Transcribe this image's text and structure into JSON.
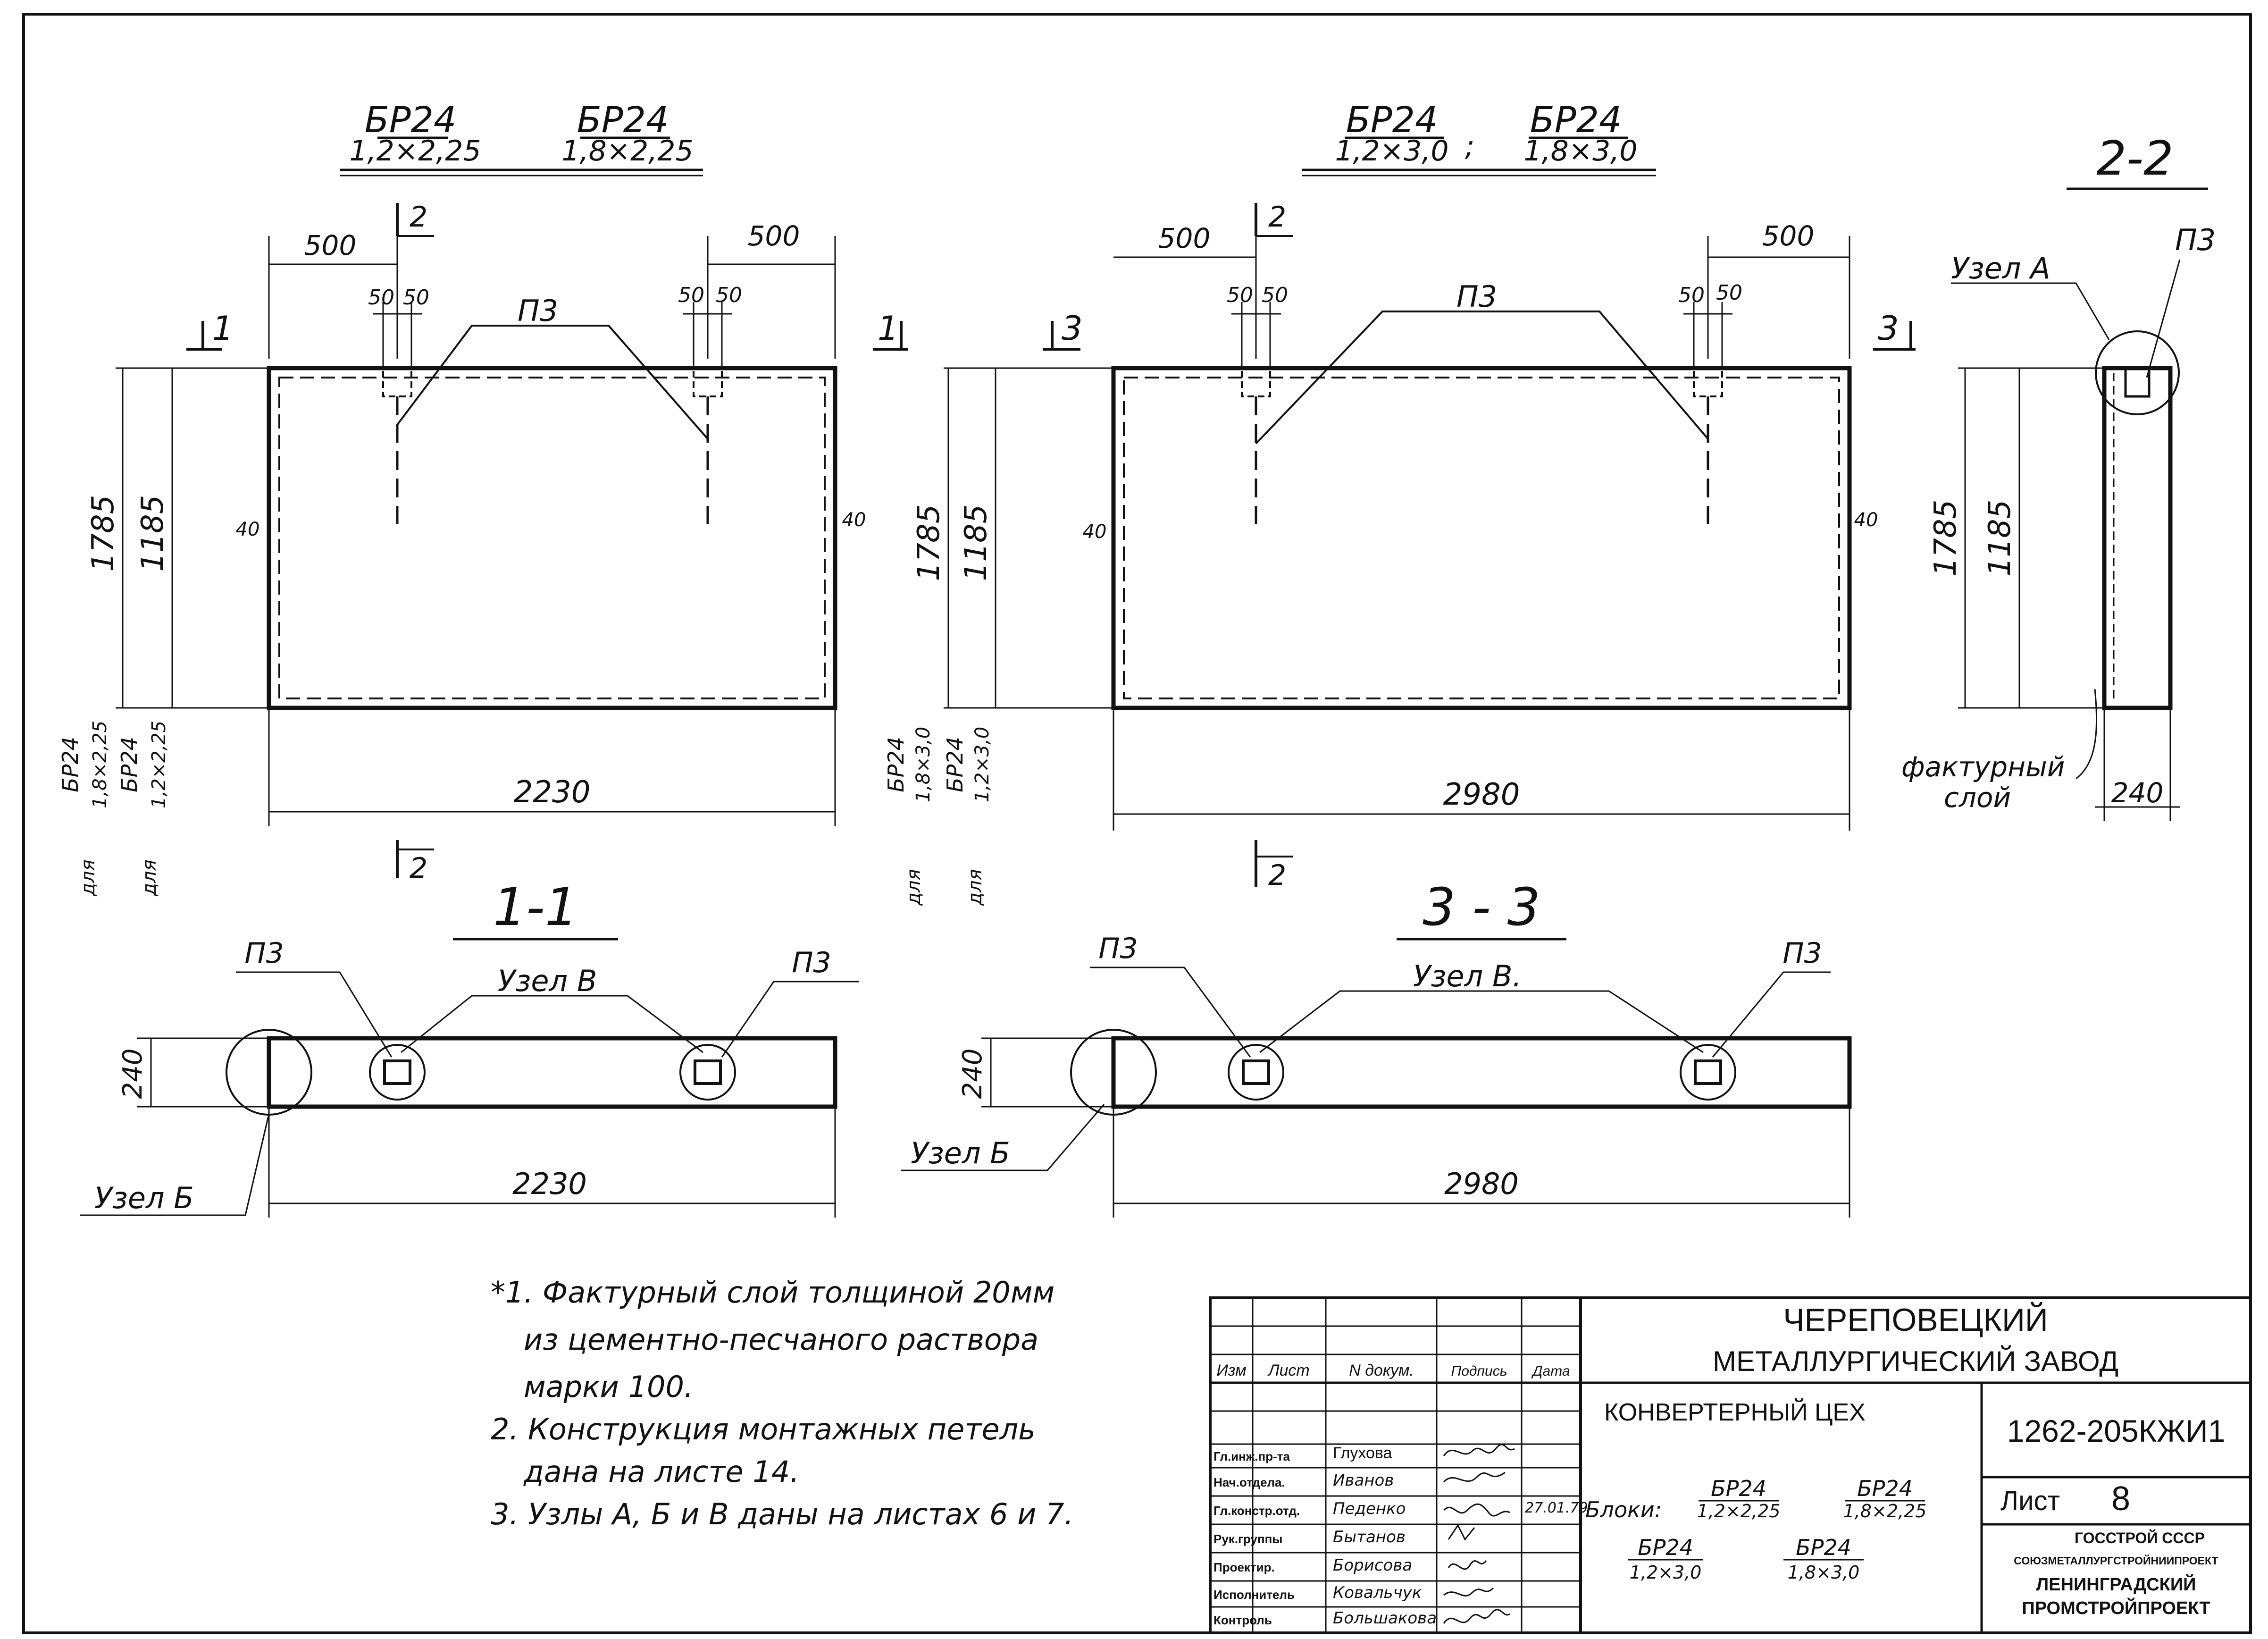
{
  "views": {
    "left": {
      "title_a1": "БР24",
      "title_a2": "1,2×2,25",
      "title_b1": "БР24",
      "title_b2": "1,8×2,25",
      "dim_top_left": "500",
      "dim_top_right": "500",
      "dim_50a": "50",
      "dim_50b": "50",
      "dim_50c": "50",
      "dim_50d": "50",
      "callout": "П3",
      "section_left": "1",
      "section_right": "1",
      "section_top": "2",
      "section_bottom": "2",
      "dim_height_outer": "1785",
      "dim_height_inner": "1185",
      "dim_40_left": "40",
      "dim_40_right": "40",
      "dim_width": "2230",
      "side_note_1a": "БР24",
      "side_note_1b": "1,8×2,25",
      "side_note_2a": "БР24",
      "side_note_2b": "1,2×2,25",
      "side_for_1": "для",
      "side_for_2": "для"
    },
    "middle": {
      "title_a1": "БР24",
      "title_a2": "1,2×3,0",
      "title_b1": "БР24",
      "title_b2": "1,8×3,0",
      "dim_top_left": "500",
      "dim_top_right": "500",
      "dim_50a": "50",
      "dim_50b": "50",
      "dim_50c": "50",
      "dim_50d": "50",
      "callout": "П3",
      "section_left": "3",
      "section_right": "3",
      "section_top": "2",
      "section_bottom": "2",
      "dim_height_outer": "1785",
      "dim_height_inner": "1185",
      "dim_40_left": "40",
      "dim_40_right": "40",
      "dim_width": "2980",
      "side_note_1a": "БР24",
      "side_note_1b": "1,8×3,0",
      "side_note_2a": "БР24",
      "side_note_2b": "1,2×3,0",
      "side_for_1": "для",
      "side_for_2": "для"
    },
    "side": {
      "title": "2-2",
      "node_a": "Узел А",
      "callout": "П3",
      "dim_height_outer": "1785",
      "dim_height_inner": "1185",
      "texture_1": "фактурный",
      "texture_2": "слой",
      "dim_thickness": "240"
    },
    "section_1_1": {
      "title": "1-1",
      "callout_left": "П3",
      "callout_right": "П3",
      "node_b_top": "Узел В",
      "node_b_bottom": "Узел Б",
      "dim_thickness": "240",
      "dim_width": "2230"
    },
    "section_3_3": {
      "title": "3 - 3",
      "callout_left": "П3",
      "callout_right": "П3",
      "node_b_top": "Узел В.",
      "node_b_bottom": "Узел Б",
      "dim_thickness": "240",
      "dim_width": "2980"
    }
  },
  "notes": [
    "*1. Фактурный слой толщиной 20мм",
    "из цементно-песчаного раствора",
    "марки 100.",
    "2. Конструкция монтажных петель",
    "дана на листе 14.",
    "3. Узлы А, Б и В даны на листах 6 и 7."
  ],
  "stamp": {
    "org_title_1": "ЧЕРЕПОВЕЦКИЙ",
    "org_title_2": "МЕТАЛЛУРГИЧЕСКИЙ ЗАВОД",
    "shop": "КОНВЕРТЕРНЫЙ ЦЕХ",
    "doc_code": "1262-205КЖИ1",
    "sheet_label": "Лист",
    "sheet_number": "8",
    "blocks_label": "Блоки:",
    "block_1a": "БР24",
    "block_1b": "1,2×2,25",
    "block_2a": "БР24",
    "block_2b": "1,8×2,25",
    "block_3a": "БР24",
    "block_3b": "1,2×3,0",
    "block_4a": "БР24",
    "block_4b": "1,8×3,0",
    "date": "27.01.79",
    "header_cols": [
      "Изм",
      "Лист",
      "N докум.",
      "Подпись",
      "Дата"
    ],
    "roles": [
      {
        "role": "Гл.инж.пр-та",
        "name": "Глухова"
      },
      {
        "role": "Нач.отдела.",
        "name": "Иванов"
      },
      {
        "role": "Гл.констр.отд.",
        "name": "Педенко"
      },
      {
        "role": "Рук.группы",
        "name": "Бытанов"
      },
      {
        "role": "Проектир.",
        "name": "Борисова"
      },
      {
        "role": "Исполнитель",
        "name": "Ковальчук"
      },
      {
        "role": "Контроль",
        "name": "Большакова"
      }
    ],
    "org_1": "ГОССТРОЙ СССР",
    "org_2": "СОЮЗМЕТАЛЛУРГСТРОЙНИИПРОЕКТ",
    "org_3": "ЛЕНИНГРАДСКИЙ",
    "org_4": "ПРОМСТРОЙПРОЕКТ"
  }
}
